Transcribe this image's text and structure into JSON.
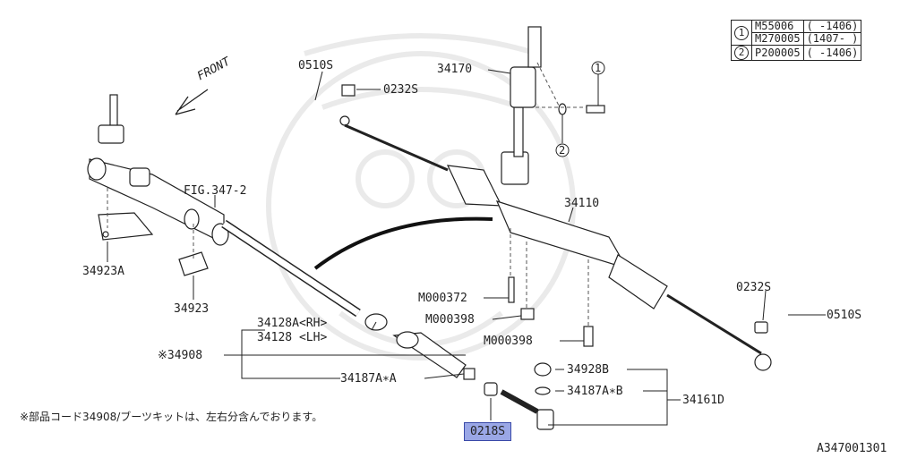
{
  "spec_table": {
    "rows": [
      {
        "marker": "1",
        "part": "M55006",
        "range": "( -1406)"
      },
      {
        "marker": "",
        "part": "M270005",
        "range": "(1407- )"
      },
      {
        "marker": "2",
        "part": "P200005",
        "range": "( -1406)"
      }
    ]
  },
  "front_label": "FRONT",
  "callouts": {
    "c0510s_top": "0510S",
    "c0232s_top": "0232S",
    "c34170": "34170",
    "marker1": "1",
    "marker2": "2",
    "fig": "FIG.347-2",
    "c34110": "34110",
    "c34923a": "34923A",
    "c34923": "34923",
    "m000372": "M000372",
    "m000398a": "M000398",
    "m000398b": "M000398",
    "c0232s_right": "0232S",
    "c0510s_right": "0510S",
    "c34128a": "34128A<RH>",
    "c34128": "34128 <LH>",
    "c34908": "※34908",
    "c34187a_a": "34187A∗A",
    "c34928b": "34928B",
    "c34187a_b": "34187A∗B",
    "c34161d": "34161D",
    "c0218s": "0218S"
  },
  "footnote": "※部品コード34908/ブーツキットは、左右分含んでおります。",
  "diagram_id": "A347001301",
  "colors": {
    "highlight": "#9aa7e6",
    "line": "#222222"
  }
}
